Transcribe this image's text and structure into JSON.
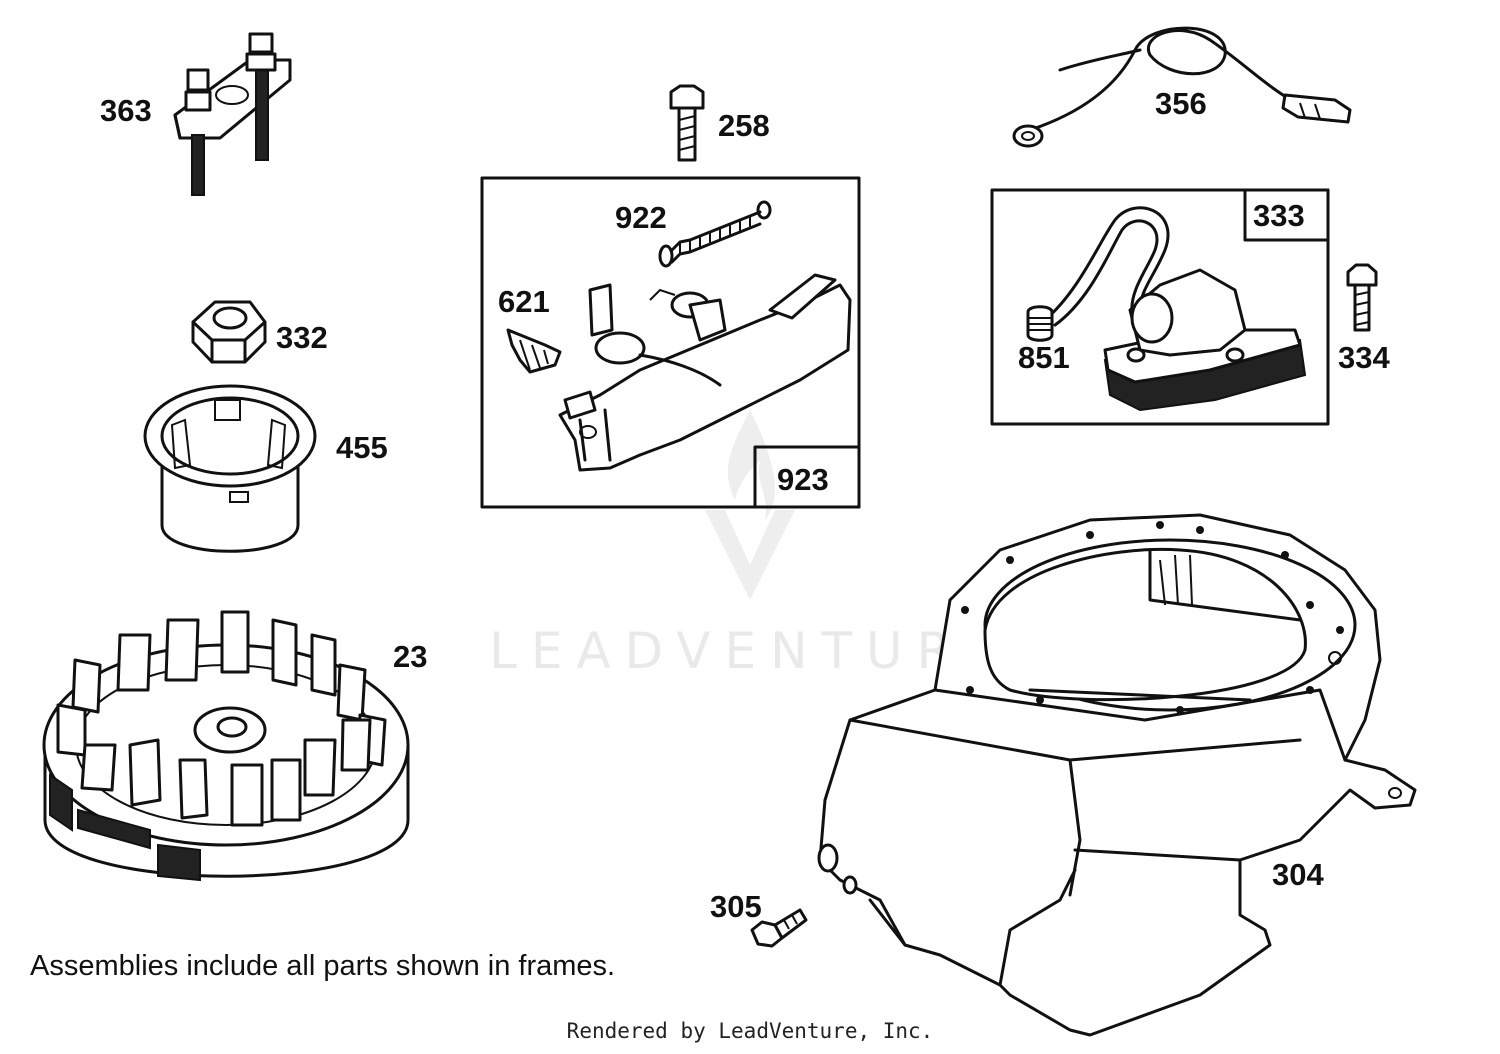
{
  "parts": {
    "p363": "363",
    "p258": "258",
    "p356": "356",
    "p922": "922",
    "p333": "333",
    "p621": "621",
    "p332": "332",
    "p851": "851",
    "p334": "334",
    "p455": "455",
    "p923": "923",
    "p23": "23",
    "p304": "304",
    "p305": "305"
  },
  "note": "Assemblies include all parts shown in frames.",
  "footer": "Rendered by LeadVenture, Inc.",
  "watermark": "LEADVENTURE",
  "colors": {
    "line": "#111111",
    "background": "#ffffff",
    "watermark": "#e9e9e9"
  }
}
